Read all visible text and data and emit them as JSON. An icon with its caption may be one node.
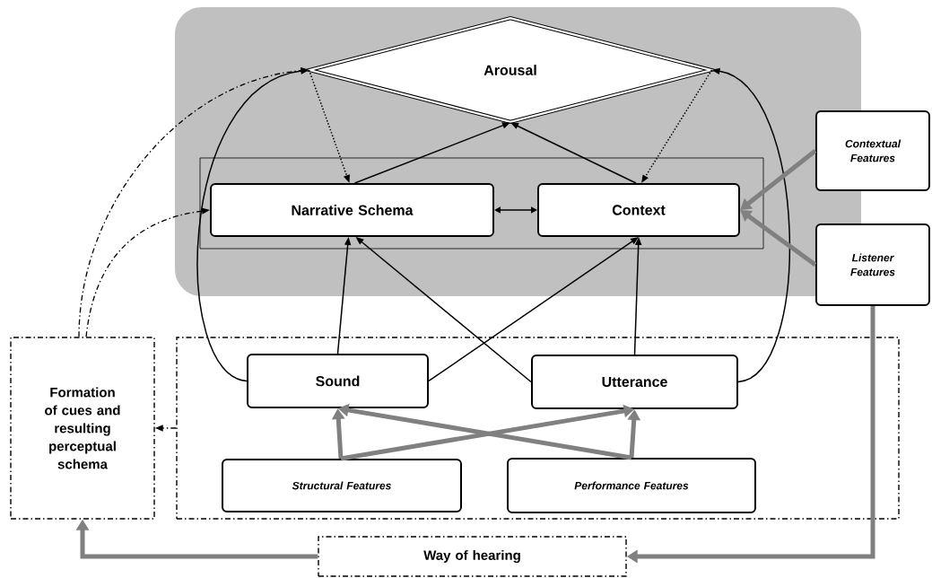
{
  "diagram": {
    "nodes": [
      {
        "text": [],
        "shape": "box"
      },
      {
        "text": [
          "Arousal"
        ],
        "in": 0
      },
      {
        "text": [],
        "shape": "box",
        "in": 0
      },
      {
        "text": [
          "Narrative Schema"
        ],
        "in": 2
      },
      {
        "text": [
          "Context"
        ],
        "in": 2
      },
      {
        "text": [
          "Contextual Features"
        ]
      },
      {
        "text": [
          "Listener Features"
        ]
      },
      {
        "text": [
          "Formation of cues and resulting perceptual schema"
        ]
      },
      {
        "text": [],
        "shape": "box"
      },
      {
        "text": [
          "Sound"
        ],
        "in": 8
      },
      {
        "text": [
          "Utterance"
        ],
        "in": 8
      },
      {
        "text": [
          "Structural Features"
        ],
        "in": 8
      },
      {
        "text": [
          "Performance Features"
        ],
        "in": 8
      },
      {
        "text": [
          "Way of hearing"
        ]
      }
    ],
    "edges": [
      {
        "from": 1,
        "to": 3,
        "arrow": "to",
        "style": "dashed"
      },
      {
        "from": 1,
        "to": 4,
        "arrow": "to",
        "style": "dashed"
      },
      {
        "from": 3,
        "to": 1,
        "arrow": "to"
      },
      {
        "from": 4,
        "to": 1,
        "arrow": "to"
      },
      {
        "from": 3,
        "to": 4,
        "arrow": "both"
      },
      {
        "from": 9,
        "to": 3,
        "arrow": "to"
      },
      {
        "from": 9,
        "to": 4,
        "arrow": "to"
      },
      {
        "from": 10,
        "to": 3,
        "arrow": "to"
      },
      {
        "from": 10,
        "to": 4,
        "arrow": "to"
      },
      {
        "from": 9,
        "to": 1,
        "arrow": "to"
      },
      {
        "from": 10,
        "to": 1,
        "arrow": "to"
      },
      {
        "from": 7,
        "to": 1,
        "arrow": "to",
        "style": "dashed"
      },
      {
        "from": 7,
        "to": 3,
        "arrow": "to",
        "style": "dashed"
      },
      {
        "from": 8,
        "to": 7,
        "arrow": "to",
        "style": "dashed"
      },
      {
        "from": 11,
        "to": 9,
        "arrow": "to",
        "style": "thick",
        "color": "#808080"
      },
      {
        "from": 11,
        "to": 10,
        "arrow": "to",
        "style": "thick",
        "color": "#808080"
      },
      {
        "from": 12,
        "to": 9,
        "arrow": "to",
        "style": "thick",
        "color": "#808080"
      },
      {
        "from": 12,
        "to": 10,
        "arrow": "to",
        "style": "thick",
        "color": "#808080"
      },
      {
        "from": 5,
        "to": 4,
        "arrow": "to",
        "style": "thick",
        "color": "#808080"
      },
      {
        "from": 6,
        "to": 4,
        "arrow": "to",
        "style": "thick",
        "color": "#808080"
      },
      {
        "from": 6,
        "to": 13,
        "arrow": "to",
        "style": "thick",
        "color": "#808080"
      },
      {
        "from": 13,
        "to": 7,
        "arrow": "to",
        "style": "thick",
        "color": "#808080"
      }
    ]
  }
}
